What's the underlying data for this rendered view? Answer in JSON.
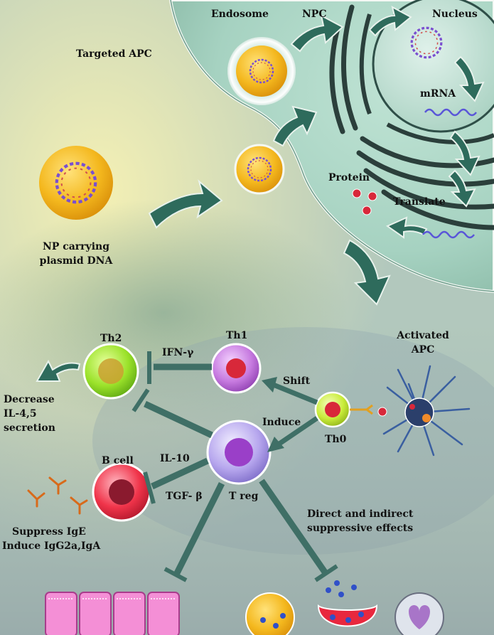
{
  "labels": {
    "endosome": "Endosome",
    "npc": "NPC",
    "nucleus": "Nucleus",
    "targeted_apc": "Targeted APC",
    "mrna": "mRNA",
    "protein": "Protein",
    "translate": "Translate",
    "np_line1": "NP carrying",
    "np_line2": "plasmid DNA",
    "activated_line1": "Activated",
    "activated_line2": "APC",
    "th2": "Th2",
    "th1": "Th1",
    "ifn": "IFN-γ",
    "shift": "Shift",
    "induce": "Induce",
    "th0": "Th0",
    "decrease_line1": "Decrease",
    "decrease_line2": "IL-4,5",
    "decrease_line3": "secretion",
    "b_cell": "B cell",
    "il10": "IL-10",
    "tgf": "TGF- β",
    "treg": "T reg",
    "suppress_line1": "Suppress IgE",
    "suppress_line2": "Induce IgG2a,IgA",
    "direct_line1": "Direct and indirect",
    "direct_line2": "suppressive effects"
  },
  "colors": {
    "arrow": "#2e6b5c",
    "inhibit": "#3f6f66",
    "nanoparticle": "#f2b21a",
    "th2_cell": "#9be22a",
    "th1_cell": "#c77be0",
    "treg_cell": "#b7a7ee",
    "b_cell": "#f0344a",
    "protein_dot": "#d8283a",
    "mrna": "#5a56d8"
  }
}
